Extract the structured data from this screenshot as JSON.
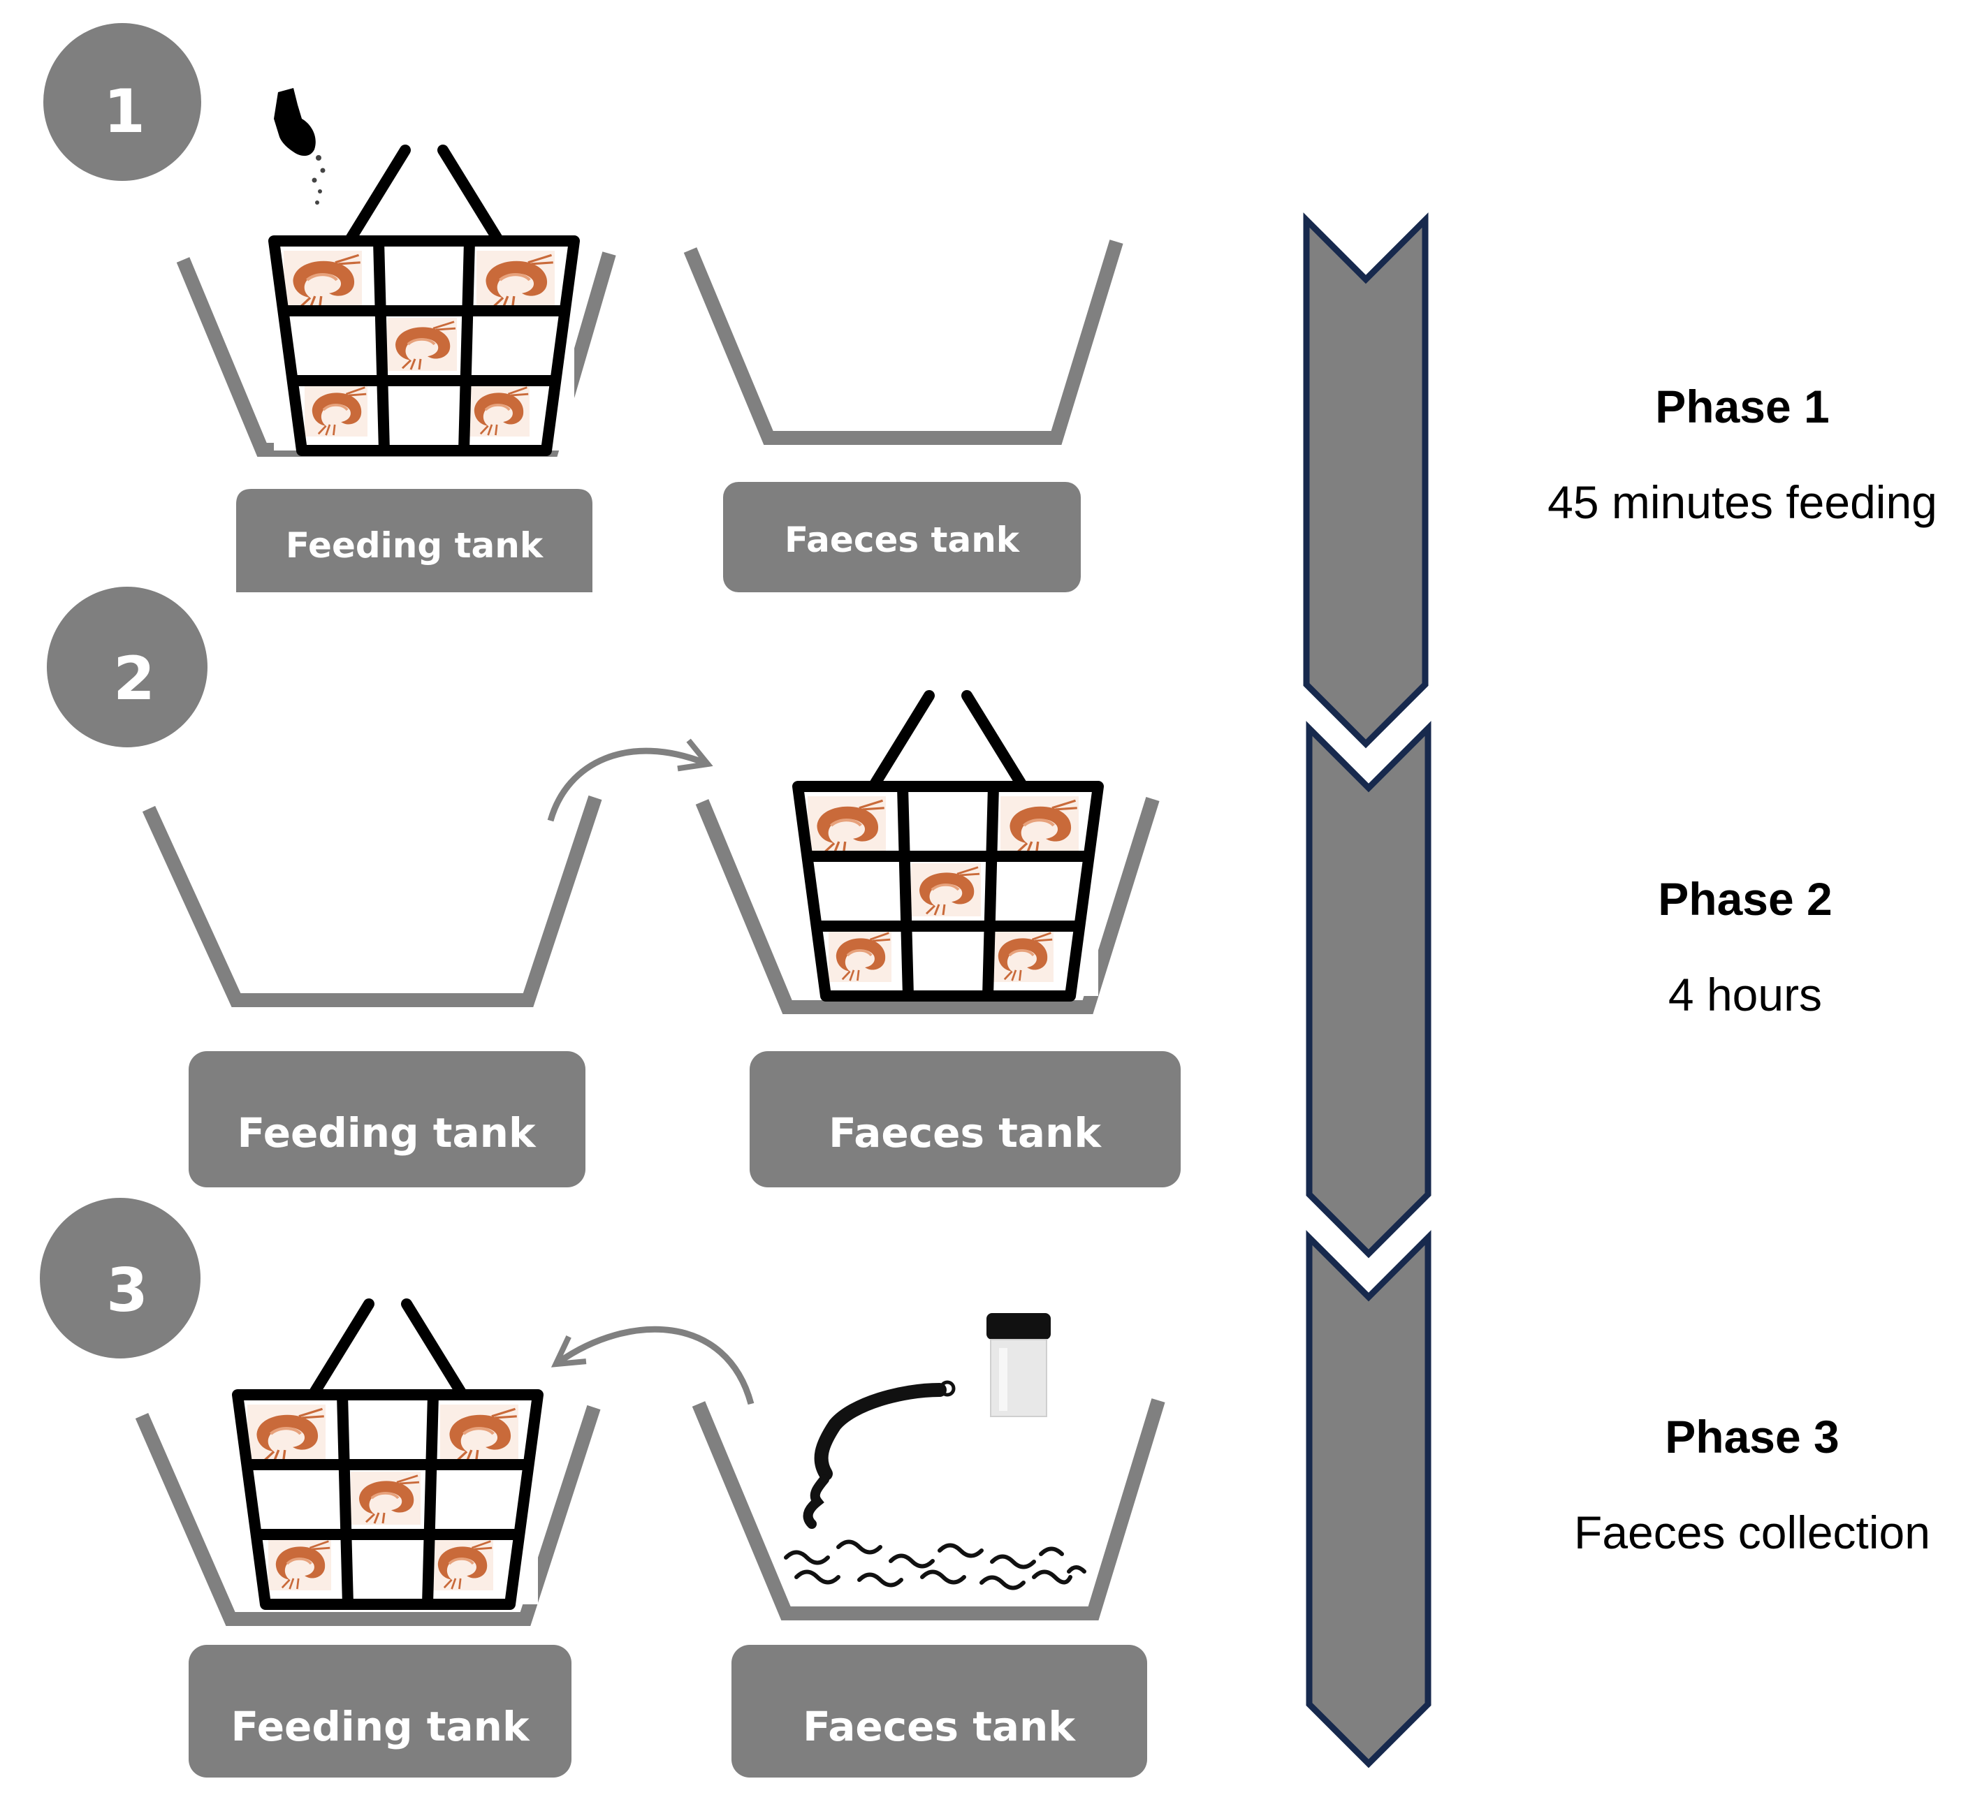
{
  "steps": [
    {
      "number": "1",
      "left_tank": "Feeding tank",
      "right_tank": "Faeces tank"
    },
    {
      "number": "2",
      "left_tank": "Feeding tank",
      "right_tank": "Faeces tank"
    },
    {
      "number": "3",
      "left_tank": "Feeding tank",
      "right_tank": "Faeces tank"
    }
  ],
  "phases": [
    {
      "title": "Phase 1",
      "description": "45 minutes feeding"
    },
    {
      "title": "Phase 2",
      "description": "4 hours"
    },
    {
      "title": "Phase 3",
      "description": "Faeces collection"
    }
  ],
  "colors": {
    "tank_gray": "#808080",
    "circle_gray": "#7f7f7f",
    "label_gray": "#7f7f7f",
    "chevron_fill": "#808080",
    "chevron_border": "#17294d",
    "basket": "#000000",
    "shrimp": "#c96a3a",
    "text": "#000000"
  },
  "icons": {
    "feed_hand": "hand-dropping-feed-icon",
    "shrimp": "shrimp-icon",
    "transfer_arrow": "curved-arrow-icon",
    "siphon": "siphon-hose-icon",
    "sample_jar": "sample-jar-icon",
    "faeces": "faeces-strands-icon"
  }
}
